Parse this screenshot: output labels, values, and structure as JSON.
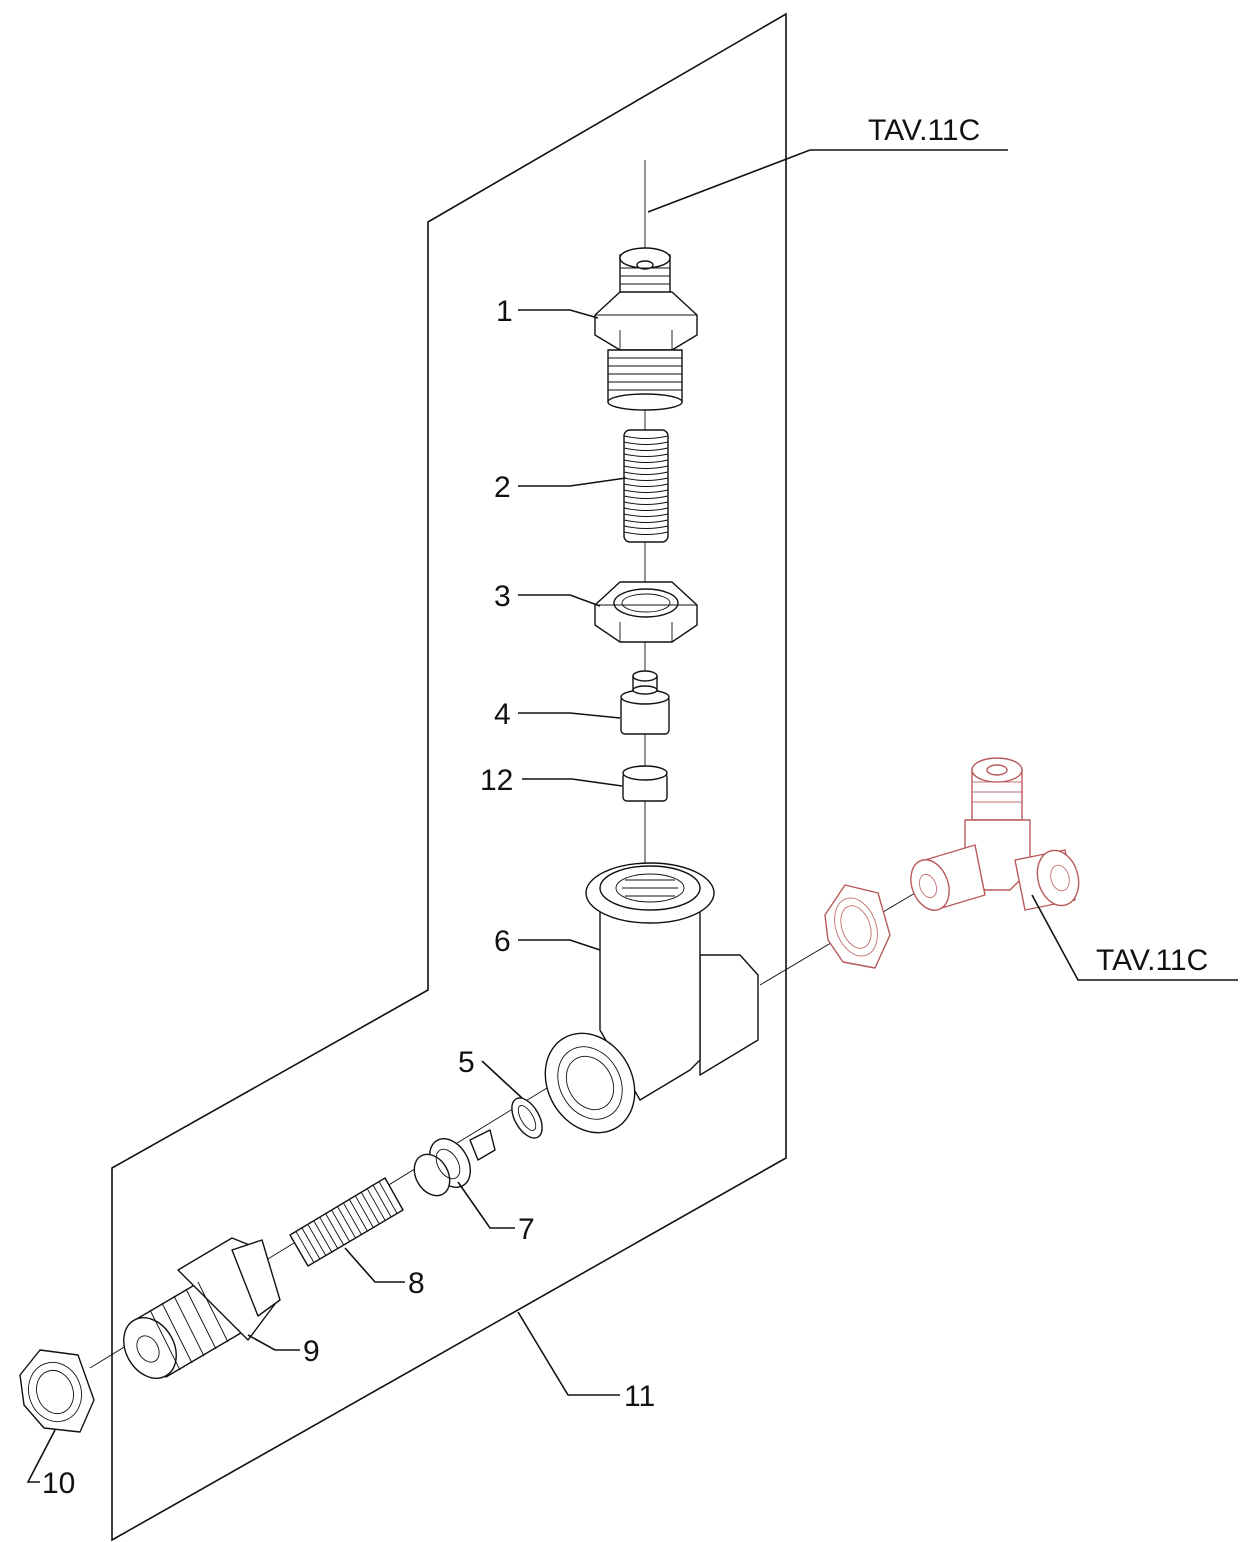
{
  "labels": {
    "ref_top": "TAV.11C",
    "ref_right": "TAV.11C",
    "p1": "1",
    "p2": "2",
    "p3": "3",
    "p4": "4",
    "p12": "12",
    "p6": "6",
    "p5": "5",
    "p7": "7",
    "p8": "8",
    "p9": "9",
    "p10": "10",
    "p11": "11"
  },
  "colors": {
    "line": "#111111",
    "reference_part": "#b85a5a"
  }
}
